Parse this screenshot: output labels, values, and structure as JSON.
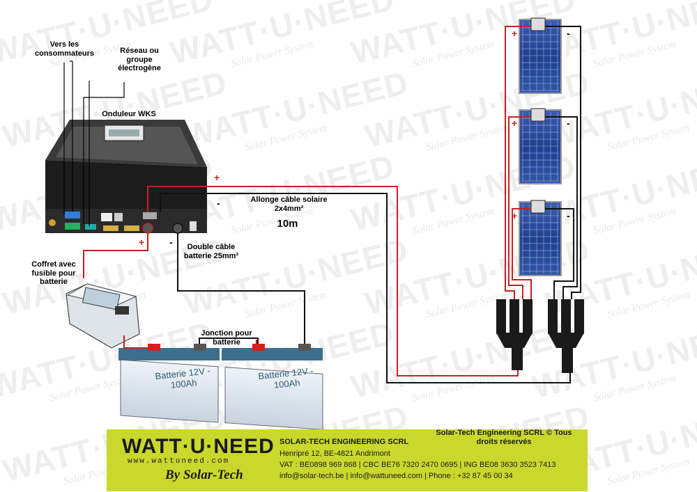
{
  "watermark": {
    "brand": "WATT·U·NEED",
    "tagline": "Solar Power System"
  },
  "labels": {
    "consumers": "Vers les consommateurs",
    "grid": "Réseau ou groupe électrogène",
    "inverter": "Onduleur WKS",
    "extension": "Allonge câble solaire 2x4mm²",
    "extension_length": "10m",
    "double_cable": "Double câble batterie 25mm²",
    "fuse_box": "Coffret avec fusible pour batterie",
    "junction": "Jonction pour batterie",
    "battery1": "Batterie 12V - 100Ah",
    "battery2": "Batterie 12V - 100Ah"
  },
  "polarity": {
    "plus": "+",
    "minus": "-"
  },
  "footer": {
    "logo": "WATT·U·NEED",
    "url": "www.wattuneed.com",
    "by": "By Solar-Tech",
    "company": "SOLAR-TECH ENGINEERING SCRL",
    "address": "Henripré 12, BE-4821 Andrimont",
    "vat": "VAT : BE0898 969 868  | CBC BE76 7320 2470 0695 | ING BE08 3630 3523 7413",
    "contact": "info@solar-tech.be | info@wattuneed.com |  Phone : +32 87 45 00 34",
    "rights": "Solar-Tech Engineering SCRL © Tous droits réservés"
  },
  "colors": {
    "positive_wire": "#c8201e",
    "negative_wire": "#111111",
    "footer_bg": "#cad82d",
    "panel_blue": "#27469a"
  }
}
